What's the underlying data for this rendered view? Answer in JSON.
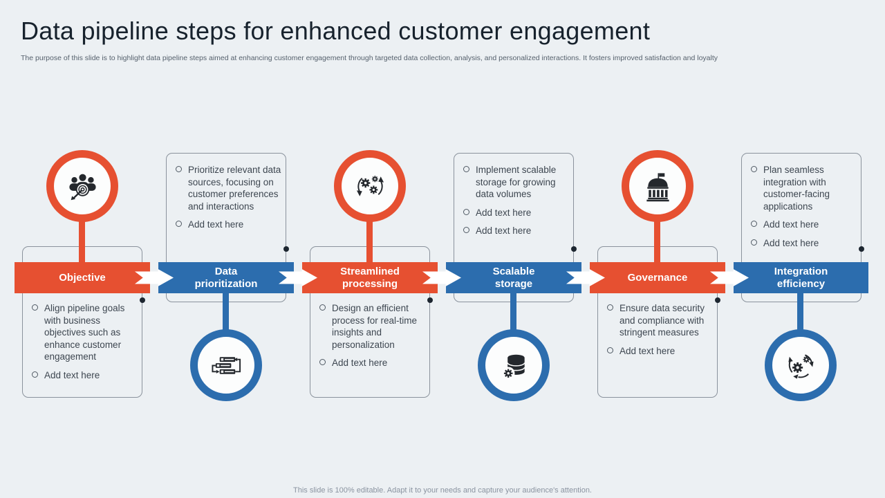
{
  "slide": {
    "title": "Data pipeline steps for enhanced customer engagement",
    "subtitle": "The purpose of this slide is to highlight data pipeline steps aimed at enhancing customer engagement through targeted data collection, analysis, and personalized interactions. It fosters improved satisfaction and loyalty",
    "footer": "This slide is 100% editable. Adapt it to your needs and capture your audience's attention."
  },
  "colors": {
    "background": "#ECF0F3",
    "accent_red": "#E65031",
    "accent_blue": "#2C6DAE",
    "band_text": "#FFFFFF",
    "body_text": "#3D4650",
    "box_border": "#8A929C",
    "icon_color": "#24282D",
    "connector_dot": "#1D2630"
  },
  "steps": [
    {
      "label": "Objective",
      "color": "red",
      "icon": "target-audience-icon",
      "icon_position": "top",
      "bullets": [
        "Align pipeline goals with business objectives such as enhance customer engagement",
        "Add text here"
      ]
    },
    {
      "label": "Data prioritization",
      "color": "blue",
      "icon": "priority-list-icon",
      "icon_position": "bottom",
      "bullets": [
        "Prioritize relevant data sources, focusing on customer preferences and interactions",
        "Add text here"
      ]
    },
    {
      "label": "Streamlined processing",
      "color": "red",
      "icon": "process-gears-icon",
      "icon_position": "top",
      "bullets": [
        "Design an efficient process for real-time insights and personalization",
        "Add text here"
      ]
    },
    {
      "label": "Scalable storage",
      "color": "blue",
      "icon": "database-storage-icon",
      "icon_position": "bottom",
      "bullets": [
        "Implement scalable storage for growing data volumes",
        "Add text here",
        "Add text here"
      ]
    },
    {
      "label": "Governance",
      "color": "red",
      "icon": "governance-building-icon",
      "icon_position": "top",
      "bullets": [
        "Ensure data security and compliance with stringent measures",
        "Add text here"
      ]
    },
    {
      "label": "Integration efficiency",
      "color": "blue",
      "icon": "integration-gears-icon",
      "icon_position": "bottom",
      "bullets": [
        "Plan seamless integration with customer-facing applications",
        "Add text here",
        "Add text here"
      ]
    }
  ]
}
